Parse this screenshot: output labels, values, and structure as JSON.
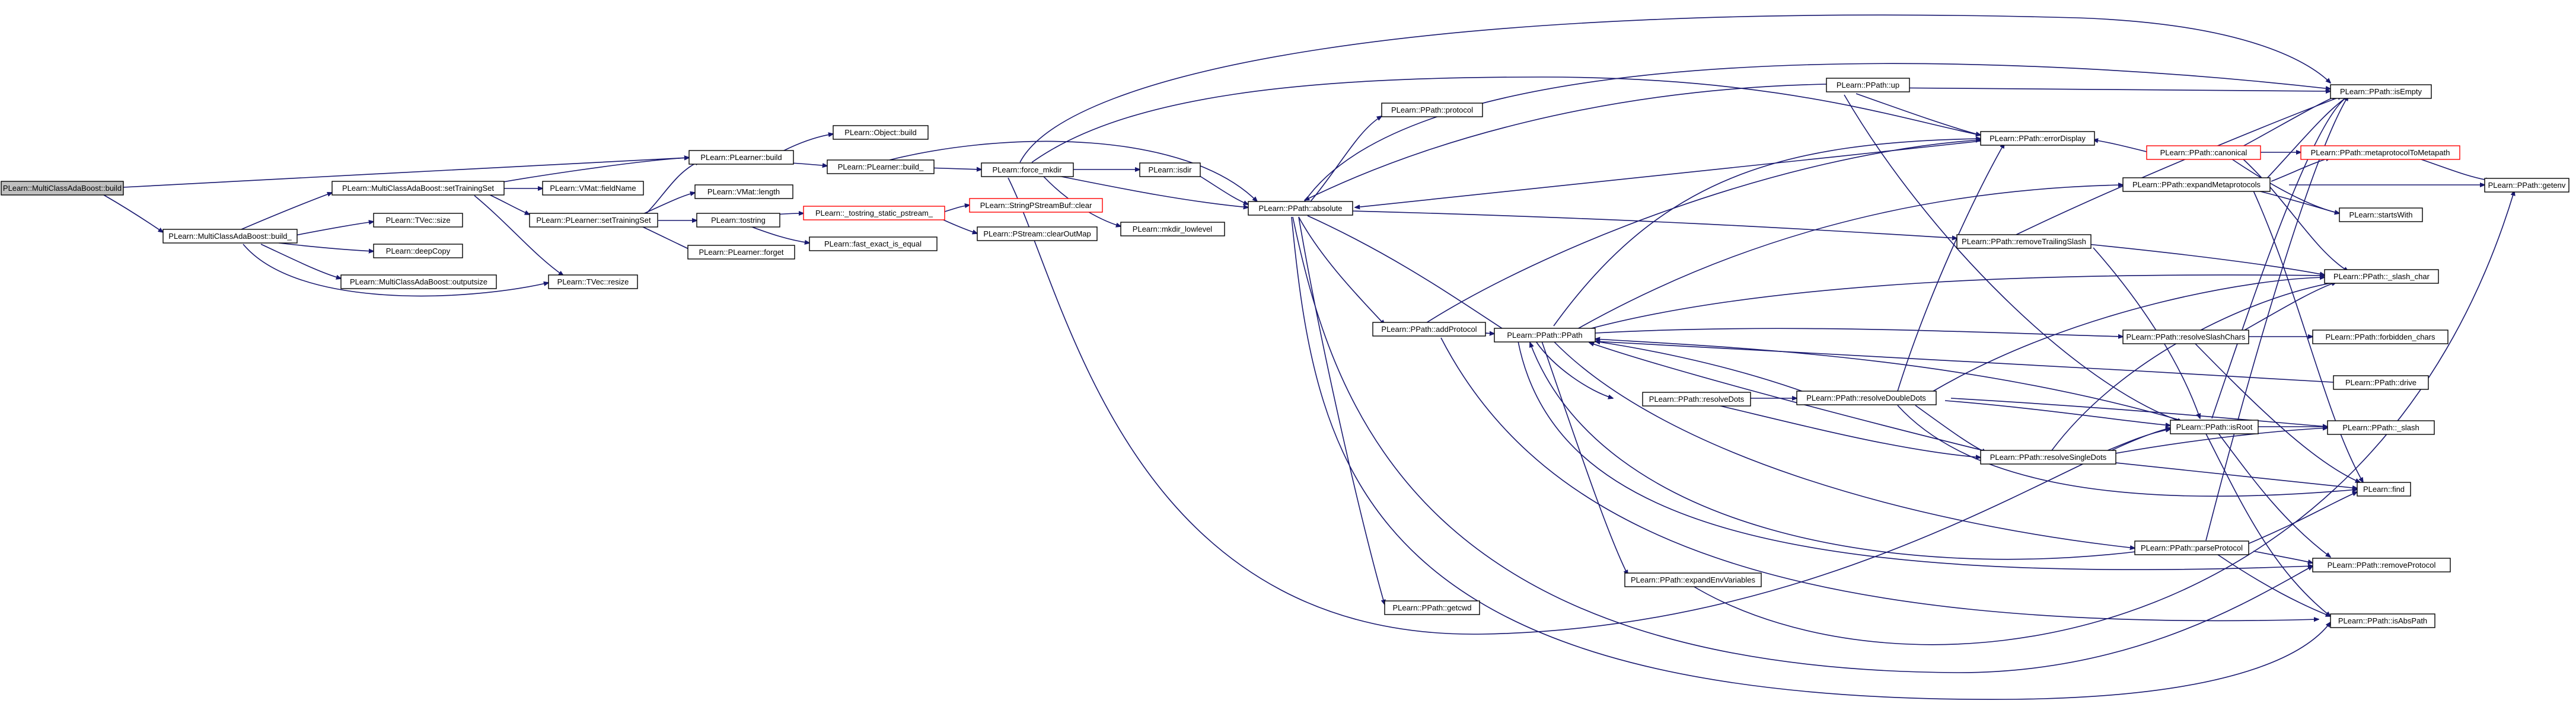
{
  "colors": {
    "edge": "#191970",
    "node_border": "#000000",
    "highlight_border": "#ff0000",
    "root_fill": "#bfbfbf",
    "background": "#ffffff"
  },
  "nodes": {
    "n_root": "PLearn::MultiClassAdaBoost::build",
    "n_build_mc": "PLearn::MultiClassAdaBoost::build_",
    "n_settraining_mc": "PLearn::MultiClassAdaBoost::setTrainingSet",
    "n_tvec_size": "PLearn::TVec::size",
    "n_deepcopy": "PLearn::deepCopy",
    "n_outputsize": "PLearn::MultiClassAdaBoost::outputsize",
    "n_tvec_resize": "PLearn::TVec::resize",
    "n_vmat_fieldname": "PLearn::VMat::fieldName",
    "n_plearner_settraining": "PLearn::PLearner::setTrainingSet",
    "n_vmat_length": "PLearn::VMat::length",
    "n_tostring": "PLearn::tostring",
    "n_plearner_forget": "PLearn::PLearner::forget",
    "n_plearner_build": "PLearn::PLearner::build",
    "n_object_build": "PLearn::Object::build",
    "n_plearner_build_": "PLearn::PLearner::build_",
    "n_tostring_static": "PLearn::_tostring_static_pstream_",
    "n_fast_exact": "PLearn::fast_exact_is_equal",
    "n_strbuf_clear": "PLearn::StringPStreamBuf::clear",
    "n_pstream_clearoutmap": "PLearn::PStream::clearOutMap",
    "n_force_mkdir": "PLearn::force_mkdir",
    "n_isdir": "PLearn::isdir",
    "n_mkdir_lowlevel": "PLearn::mkdir_lowlevel",
    "n_absolute": "PLearn::PPath::absolute",
    "n_protocol": "PLearn::PPath::protocol",
    "n_addprotocol": "PLearn::PPath::addProtocol",
    "n_getcwd": "PLearn::PPath::getcwd",
    "n_ppath": "PLearn::PPath::PPath",
    "n_resolvedots": "PLearn::PPath::resolveDots",
    "n_expandenv": "PLearn::PPath::expandEnvVariables",
    "n_up": "PLearn::PPath::up",
    "n_errordisplay": "PLearn::PPath::errorDisplay",
    "n_removetrailing": "PLearn::PPath::removeTrailingSlash",
    "n_resolvedoubledots": "PLearn::PPath::resolveDoubleDots",
    "n_resolvesingledots": "PLearn::PPath::resolveSingleDots",
    "n_isroot": "PLearn::PPath::isRoot",
    "n_parseprotocol": "PLearn::PPath::parseProtocol",
    "n_canonical": "PLearn::PPath::canonical",
    "n_expandmeta": "PLearn::PPath::expandMetaprotocols",
    "n_resolveslash": "PLearn::PPath::resolveSlashChars",
    "n_isempty": "PLearn::PPath::isEmpty",
    "n_metatometa": "PLearn::PPath::metaprotocolToMetapath",
    "n_startswith": "PLearn::startsWith",
    "n_slash_char": "PLearn::PPath::_slash_char",
    "n_forbidden": "PLearn::PPath::forbidden_chars",
    "n_drive": "PLearn::PPath::drive",
    "n_slash": "PLearn::PPath::_slash",
    "n_find": "PLearn::find",
    "n_removeprotocol": "PLearn::PPath::removeProtocol",
    "n_isabspath": "PLearn::PPath::isAbsPath",
    "n_getenv": "PLearn::PPath::getenv"
  }
}
